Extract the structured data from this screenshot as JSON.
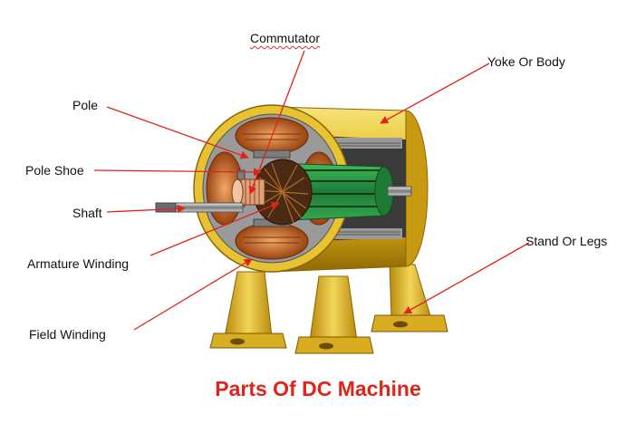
{
  "labels": {
    "commutator": "Commutator",
    "yoke": "Yoke Or Body",
    "pole": "Pole",
    "pole_shoe": "Pole Shoe",
    "shaft": "Shaft",
    "armature_winding": "Armature Winding",
    "stand": "Stand Or Legs",
    "field_winding": "Field Winding"
  },
  "caption": "Parts Of DC Machine",
  "colors": {
    "leader_line": "#e0241b",
    "caption": "#e0241b",
    "yoke": "#e3b81c",
    "copper": "#c8692a",
    "armature": "#2f9a48"
  }
}
